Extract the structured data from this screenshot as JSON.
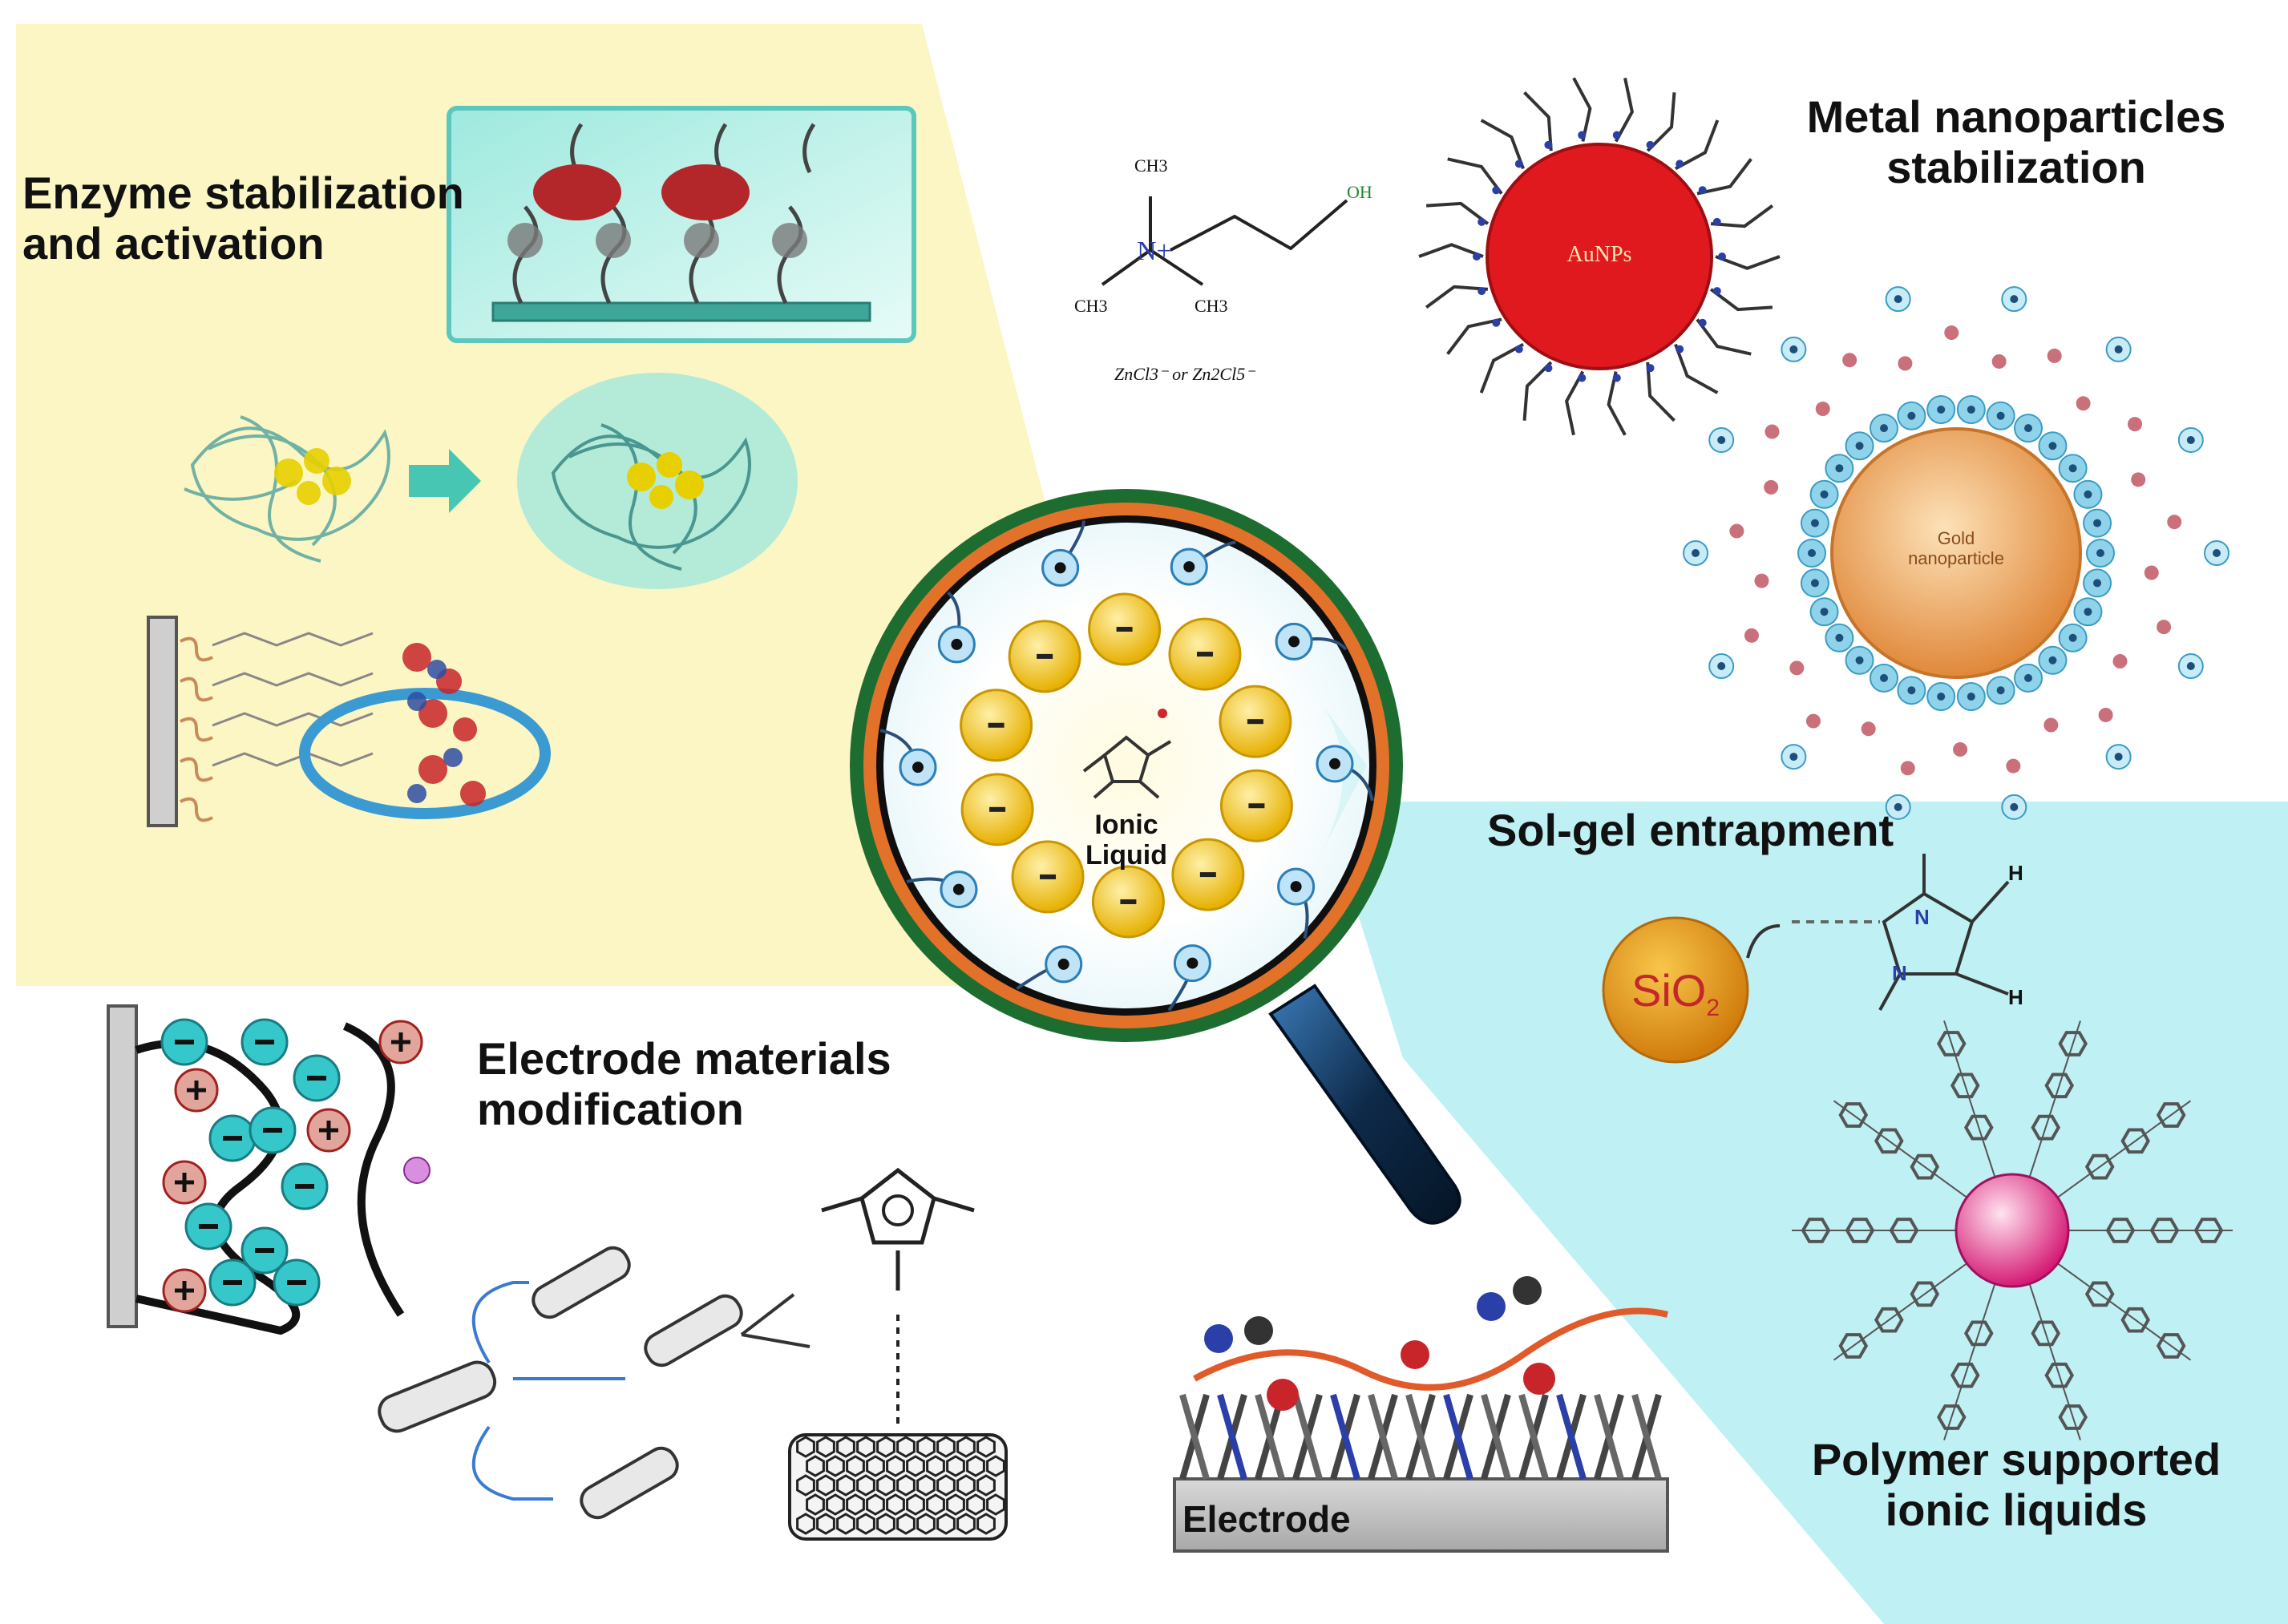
{
  "labels": {
    "enzyme_line1": "Enzyme stabilization",
    "enzyme_line2": "and activation",
    "metal_line1": "Metal nanoparticles",
    "metal_line2": "stabilization",
    "solgel": "Sol-gel entrapment",
    "electrode_mod_line1": "Electrode materials",
    "electrode_mod_line2": "modification",
    "polymer_line1": "Polymer supported",
    "polymer_line2": "ionic liquids",
    "ionic_liquid": "Ionic Liquid",
    "electrode": "Electrode",
    "aunps": "AuNPs",
    "gold_line1": "Gold",
    "gold_line2": "nanoparticle",
    "sio2": "SiO",
    "sio2_sub": "2",
    "choline_ch3_top": "CH3",
    "choline_ch3_left": "CH3",
    "choline_ch3_right": "CH3",
    "choline_n": "N+",
    "choline_oh": "OH",
    "choline_anion": "ZnCl3⁻ or Zn2Cl5⁻",
    "imidazolium_h1": "H",
    "imidazolium_h2": "H",
    "imidazolium_n1": "N",
    "imidazolium_n2": "N"
  },
  "colors": {
    "yellow_panel": "#fbf6c4",
    "cyan_panel": "#bff0f4",
    "lens_rim_outer": "#1c6d2f",
    "lens_rim_inner": "#e2712a",
    "anion_fill": "#f2c320",
    "cation_fill": "#bfe4f7",
    "gold_np": "#e79a4a",
    "aunp_red": "#e0191f",
    "sio2_orange": "#e9a01a",
    "polymer_pink": "#e23a86",
    "handle_dark": "#10243e"
  }
}
